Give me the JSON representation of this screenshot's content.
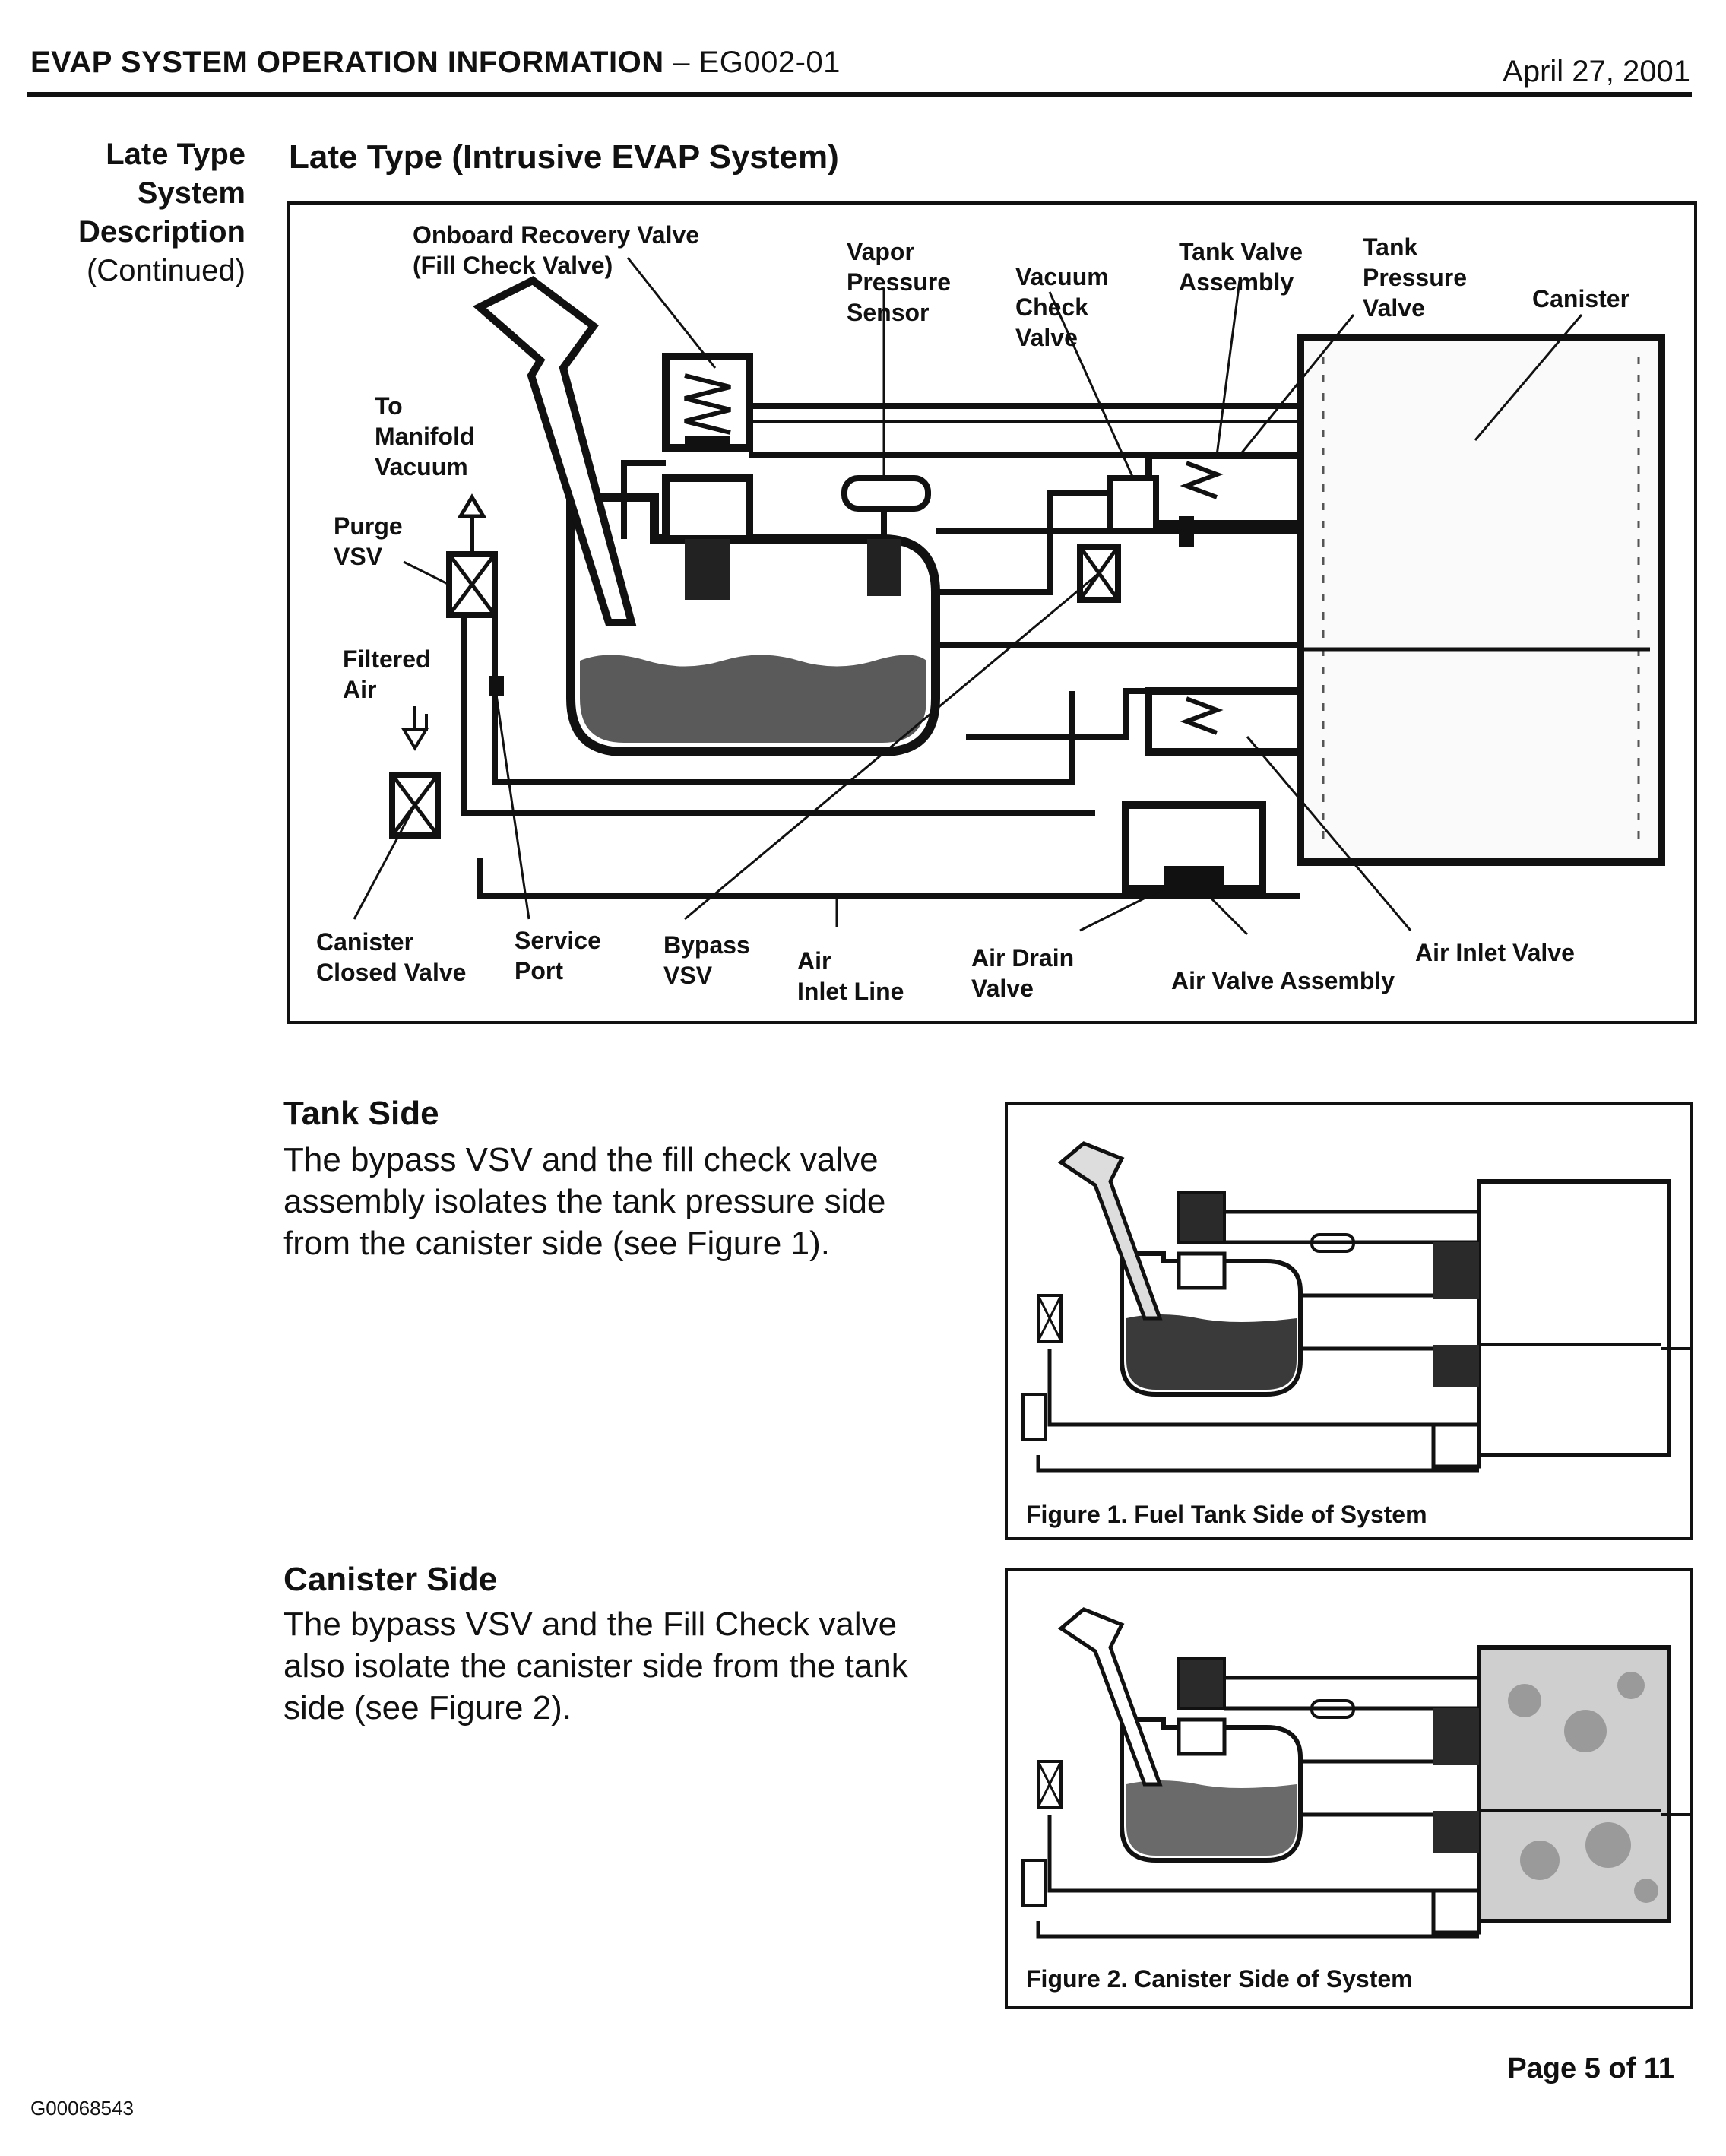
{
  "header": {
    "title": "EVAP SYSTEM OPERATION INFORMATION",
    "code": "– EG002-01",
    "date": "April 27, 2001"
  },
  "sidebar": {
    "line1": "Late Type",
    "line2": "System",
    "line3": "Description",
    "line4": "(Continued)"
  },
  "section_title": "Late Type (Intrusive EVAP System)",
  "diagram_labels": {
    "onboard_1": "Onboard Recovery Valve",
    "onboard_2": "(Fill Check Valve)",
    "vapor_1": "Vapor",
    "vapor_2": "Pressure",
    "vapor_3": "Sensor",
    "vacuum_1": "Vacuum",
    "vacuum_2": "Check",
    "vacuum_3": "Valve",
    "tankvalve_1": "Tank Valve",
    "tankvalve_2": "Assembly",
    "tankpress_1": "Tank",
    "tankpress_2": "Pressure",
    "tankpress_3": "Valve",
    "canister": "Canister",
    "manifold_1": "To",
    "manifold_2": "Manifold",
    "manifold_3": "Vacuum",
    "purge_1": "Purge",
    "purge_2": "VSV",
    "filtered_1": "Filtered",
    "filtered_2": "Air",
    "ccv_1": "Canister",
    "ccv_2": "Closed Valve",
    "service_1": "Service",
    "service_2": "Port",
    "bypass_1": "Bypass",
    "bypass_2": "VSV",
    "airinlet_1": "Air",
    "airinlet_2": "Inlet Line",
    "airdrain_1": "Air Drain",
    "airdrain_2": "Valve",
    "airvalve": "Air Valve Assembly",
    "airinletvalve": "Air Inlet Valve"
  },
  "tank_side": {
    "heading": "Tank Side",
    "body": "The bypass VSV and the fill check valve assembly isolates the tank pressure side from the canister side (see Figure 1)."
  },
  "canister_side": {
    "heading": "Canister Side",
    "body": "The bypass VSV and the Fill Check valve also isolate the canister side from the tank side (see Figure 2)."
  },
  "figures": {
    "fig1_caption": "Figure 1.  Fuel Tank Side of System",
    "fig2_caption": "Figure 2.  Canister Side of System"
  },
  "footer": {
    "page": "Page 5 of 11",
    "doc_id": "G00068543"
  }
}
